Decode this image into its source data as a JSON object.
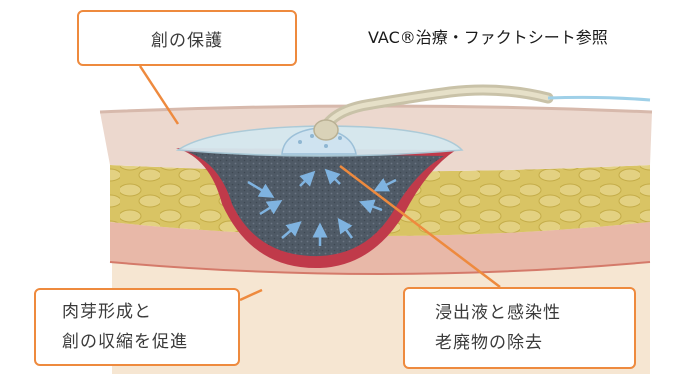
{
  "reference_note": "VAC®治療・ファクトシート参照",
  "callouts": {
    "wound_protection": "創の保護",
    "granulation_line1": "肉芽形成と",
    "granulation_line2": "創の収縮を促進",
    "exudate_line1": "浸出液と感染性",
    "exudate_line2": "老廃物の除去"
  },
  "colors": {
    "callout_border": "#ee8a3e",
    "leader_line": "#ee8a3e",
    "foam": "#4a5560",
    "wound_edge": "#c03848",
    "fat_layer": "#d8c46a",
    "skin_layer": "#ecd7cc",
    "drape": "#cfe4ec",
    "flow_arrows": "#6fa6d6"
  }
}
